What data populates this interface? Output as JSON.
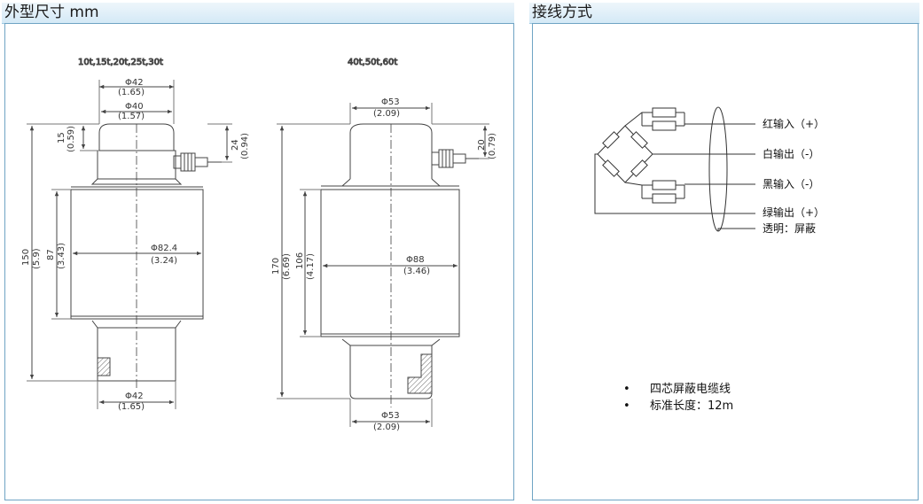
{
  "left_panel": {
    "title": "外型尺寸 mm"
  },
  "right_panel": {
    "title": "接线方式"
  },
  "drawing_a": {
    "capacity_label": "10t,15t,20t,25t,30t",
    "top_outer_dia": "Φ42",
    "top_outer_dia_in": "(1.65)",
    "top_inner_dia": "Φ40",
    "top_inner_dia_in": "(1.57)",
    "cap_height": "15",
    "cap_height_in": "(0.59)",
    "cable_height": "24",
    "cable_height_in": "(0.94)",
    "total_height": "150",
    "total_height_in": "(5.9)",
    "body_height": "87",
    "body_height_in": "(3.43)",
    "body_dia": "Φ82.4",
    "body_dia_in": "(3.24)",
    "base_dia": "Φ42",
    "base_dia_in": "(1.65)"
  },
  "drawing_b": {
    "capacity_label": "40t,50t,60t",
    "top_dia": "Φ53",
    "top_dia_in": "(2.09)",
    "cable_height": "20",
    "cable_height_in": "(0.79)",
    "total_height": "170",
    "total_height_in": "(6.69)",
    "body_height": "106",
    "body_height_in": "(4.17)",
    "body_dia": "Φ88",
    "body_dia_in": "(3.46)",
    "base_dia": "Φ53",
    "base_dia_in": "(2.09)"
  },
  "wiring": {
    "wires": [
      "红输入（+）",
      "白输出（-）",
      "黑输入（-）",
      "绿输出（+）",
      "透明：屏蔽"
    ]
  },
  "notes": {
    "bullet": "•",
    "items": [
      "四芯屏蔽电缆线",
      "标准长度：12m"
    ]
  }
}
